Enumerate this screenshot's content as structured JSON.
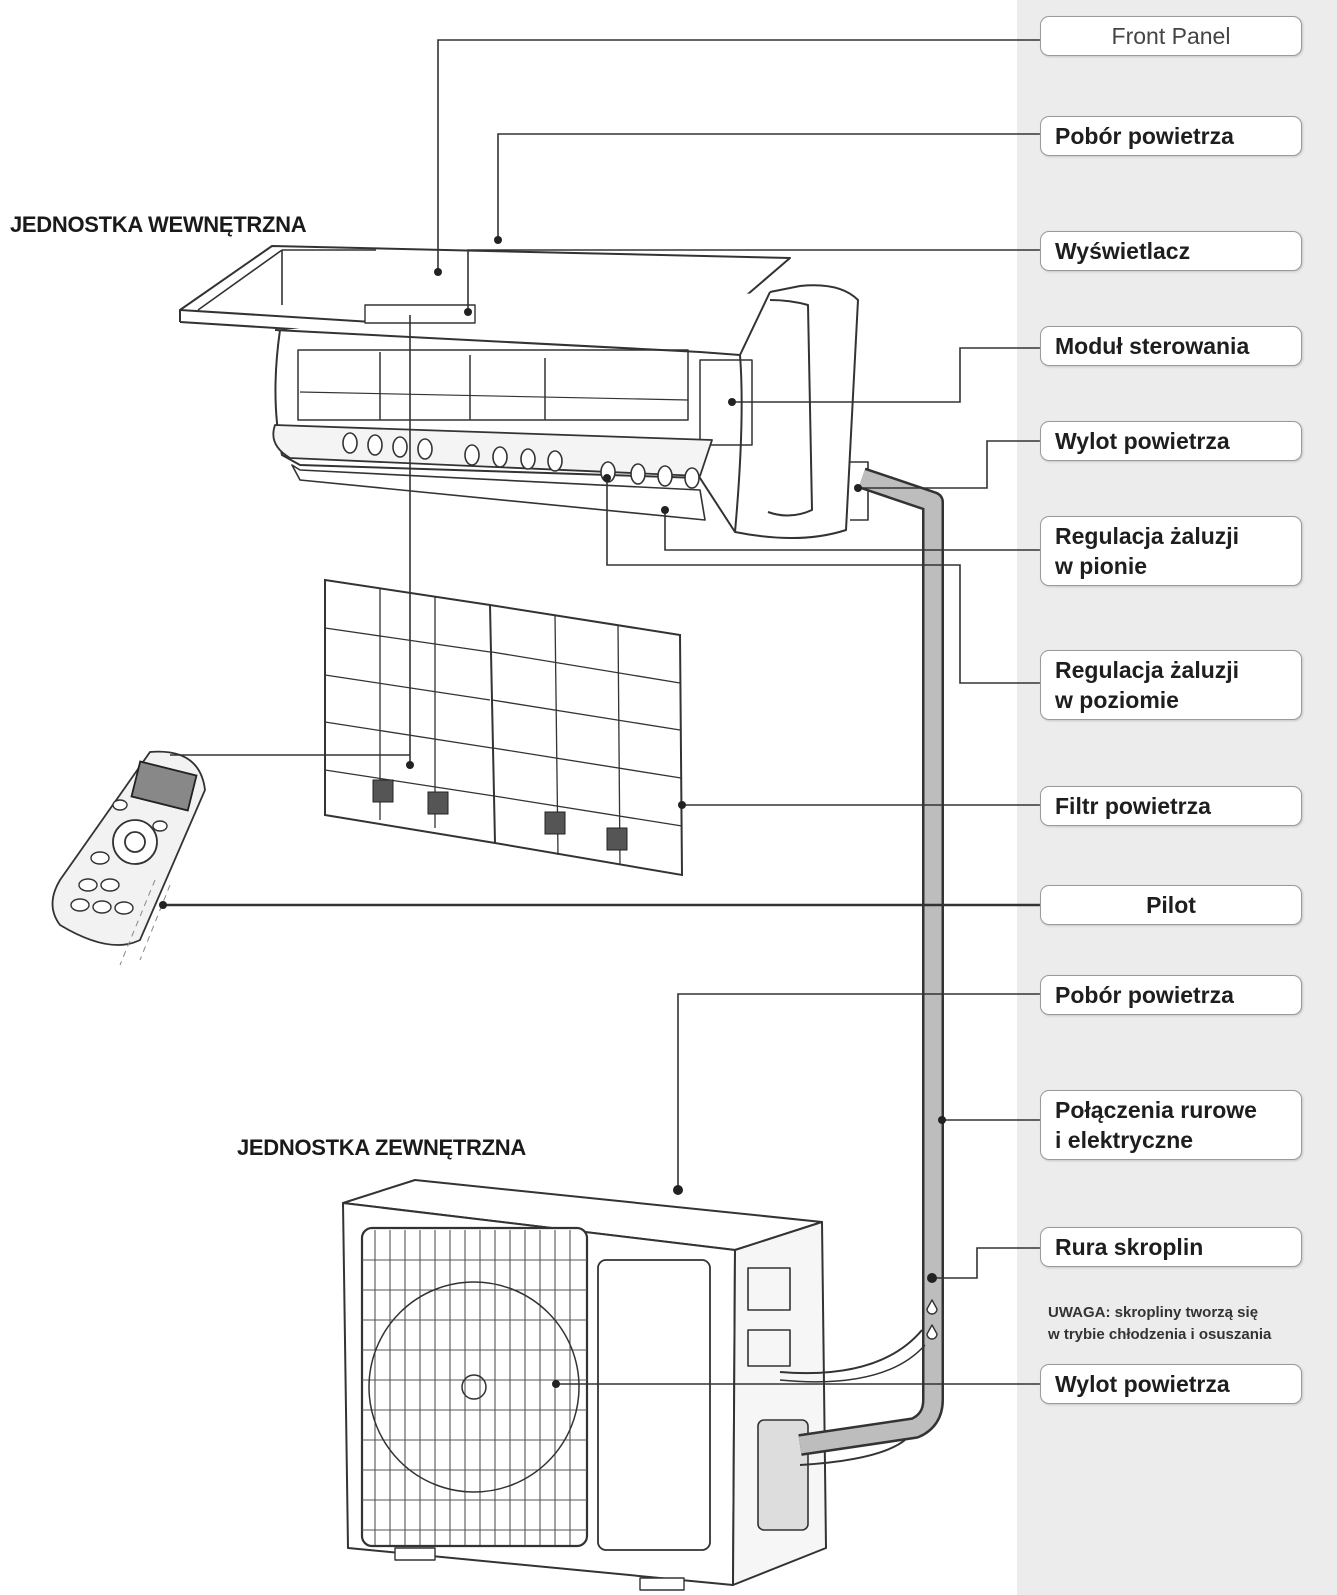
{
  "headings": {
    "indoor_unit": "JEDNOSTKA WEWNĘTRZNA",
    "outdoor_unit": "JEDNOSTKA ZEWNĘTRZNA"
  },
  "labels": [
    {
      "id": "front-panel",
      "line1": "Front Panel",
      "line2": ""
    },
    {
      "id": "air-intake-indoor",
      "line1": "Pobór powietrza",
      "line2": ""
    },
    {
      "id": "display",
      "line1": "Wyświetlacz",
      "line2": ""
    },
    {
      "id": "control-module",
      "line1": "Moduł sterowania",
      "line2": ""
    },
    {
      "id": "air-outlet-indoor",
      "line1": "Wylot powietrza",
      "line2": ""
    },
    {
      "id": "louver-vertical",
      "line1": "Regulacja żaluzji",
      "line2": "w pionie"
    },
    {
      "id": "louver-horizontal",
      "line1": "Regulacja żaluzji",
      "line2": "w poziomie"
    },
    {
      "id": "air-filter",
      "line1": "Filtr powietrza",
      "line2": ""
    },
    {
      "id": "remote",
      "line1": "Pilot",
      "line2": ""
    },
    {
      "id": "air-intake-outdoor",
      "line1": "Pobór powietrza",
      "line2": ""
    },
    {
      "id": "pipe-connections",
      "line1": "Połączenia rurowe",
      "line2": "i elektryczne"
    },
    {
      "id": "drain-pipe",
      "line1": "Rura skroplin",
      "line2": ""
    },
    {
      "id": "air-outlet-outdoor",
      "line1": "Wylot powietrza",
      "line2": ""
    }
  ],
  "note": {
    "line1": "UWAGA: skropliny tworzą się",
    "line2": "w trybie chłodzenia i osuszania"
  }
}
